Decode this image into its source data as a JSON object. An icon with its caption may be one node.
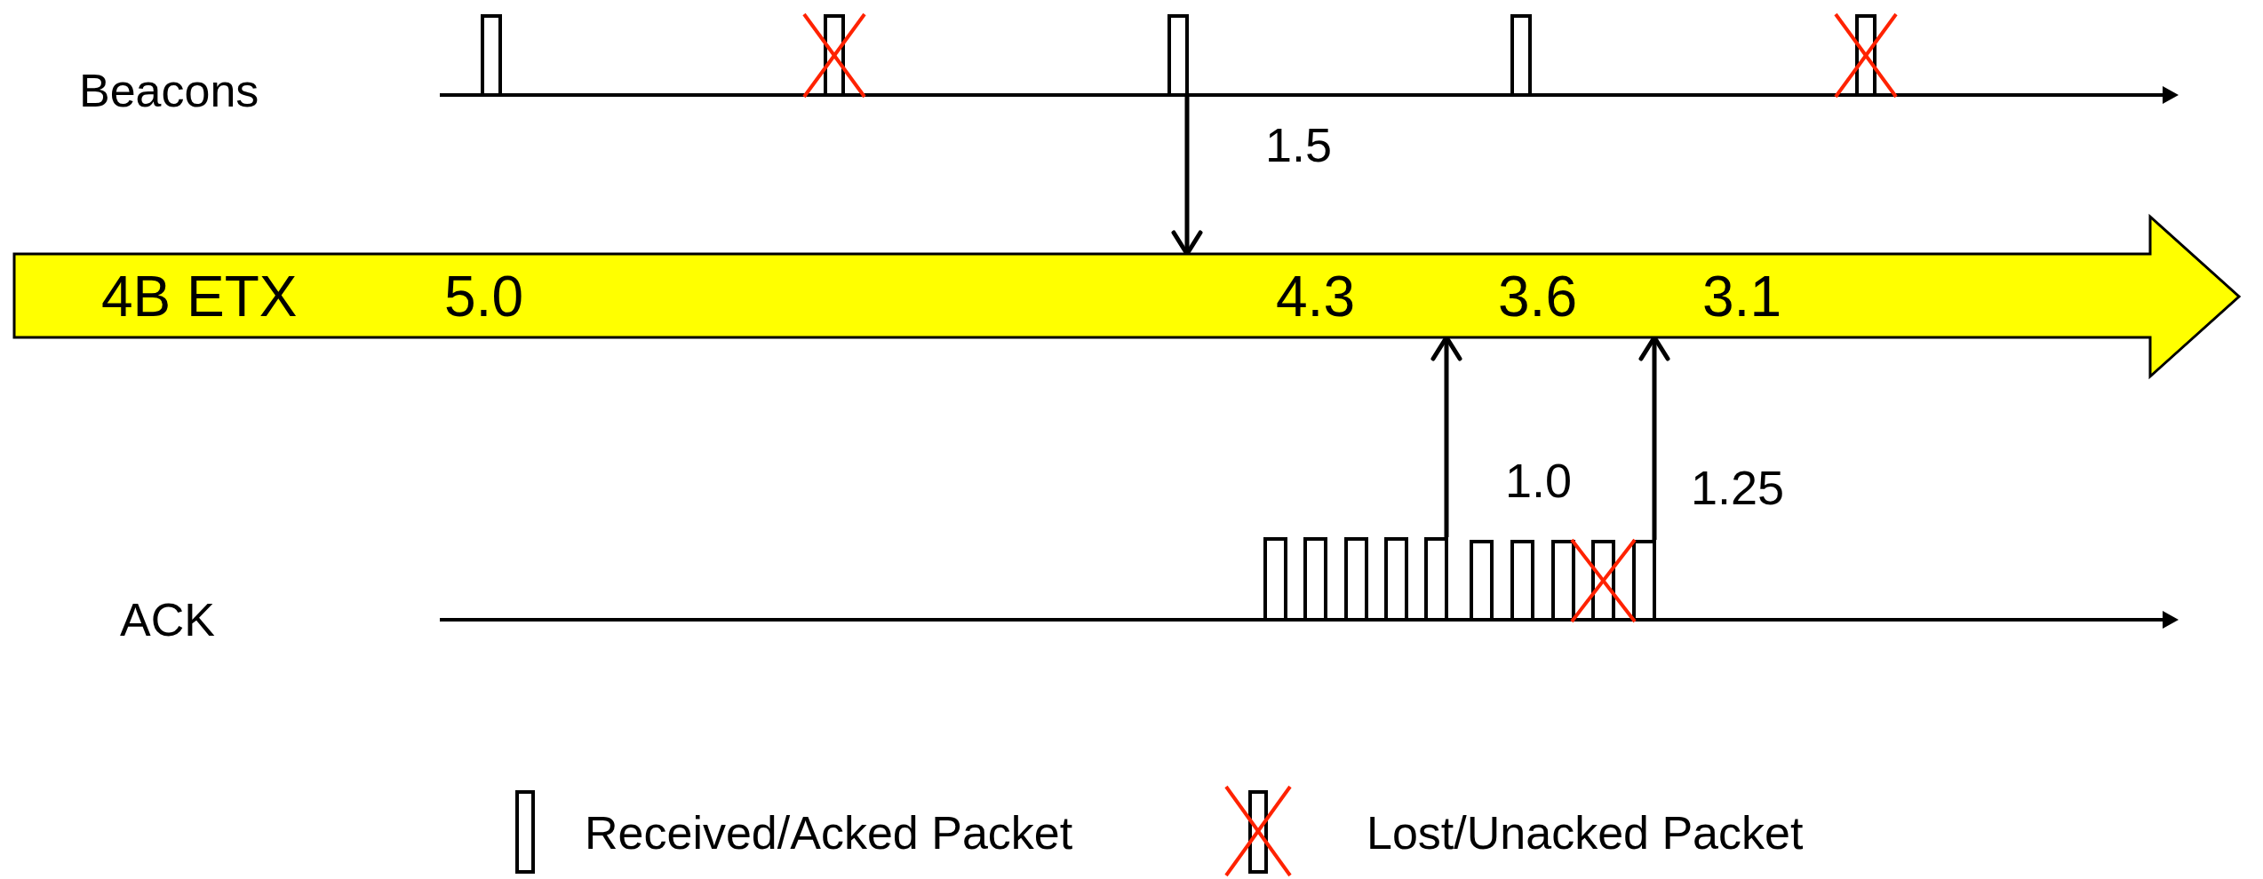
{
  "diagram": {
    "nodes": [
      {
        "text": [],
        "shape": "bar"
      },
      {
        "text": [],
        "shape": "crossed-bar"
      },
      {
        "text": [],
        "shape": "bar"
      },
      {
        "text": [],
        "shape": "bar"
      },
      {
        "text": [],
        "shape": "crossed-bar"
      },
      {
        "text": [
          "4B ETX",
          "5.0",
          "4.3",
          "3.6",
          "3.1"
        ]
      },
      {
        "text": [],
        "shape": "bar"
      },
      {
        "text": [],
        "shape": "bar"
      },
      {
        "text": [],
        "shape": "bar"
      },
      {
        "text": [],
        "shape": "bar"
      },
      {
        "text": [],
        "shape": "bar"
      },
      {
        "text": [],
        "shape": "bar"
      },
      {
        "text": [],
        "shape": "bar"
      },
      {
        "text": [],
        "shape": "bar"
      },
      {
        "text": [],
        "shape": "crossed-bar"
      },
      {
        "text": [],
        "shape": "bar"
      }
    ],
    "edges": [
      {
        "from": 2,
        "to": 5,
        "arrow": "to",
        "label": "1.5"
      },
      {
        "from": 10,
        "to": 5,
        "arrow": "to",
        "label": "1.0"
      },
      {
        "from": 15,
        "to": 5,
        "arrow": "to",
        "label": "1.25"
      }
    ],
    "labels": [
      "Beacons",
      "ACK"
    ],
    "legend": [
      {
        "text": "Received/Acked Packet"
      },
      {
        "text": "Lost/Unacked Packet"
      }
    ]
  }
}
